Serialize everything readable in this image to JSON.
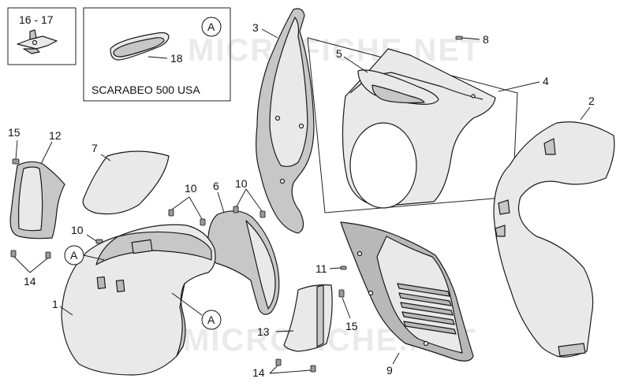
{
  "inset": {
    "range_label": "16 - 17",
    "variant_label": "SCARABEO 500 USA",
    "callout": "A",
    "part_18": "18"
  },
  "callouts": {
    "p1": "1",
    "p2": "2",
    "p3": "3",
    "p4": "4",
    "p5": "5",
    "p6": "6",
    "p7": "7",
    "p8": "8",
    "p9": "9",
    "p10a": "10",
    "p10b": "10",
    "p10c": "10",
    "p11": "11",
    "p12": "12",
    "p13": "13",
    "p14a": "14",
    "p14b": "14",
    "p15a": "15",
    "p15b": "15",
    "a1": "A",
    "a2": "A"
  },
  "watermark": {
    "top": "MICROFICHE.NET",
    "bottom": "MICROFICHE.NET"
  }
}
